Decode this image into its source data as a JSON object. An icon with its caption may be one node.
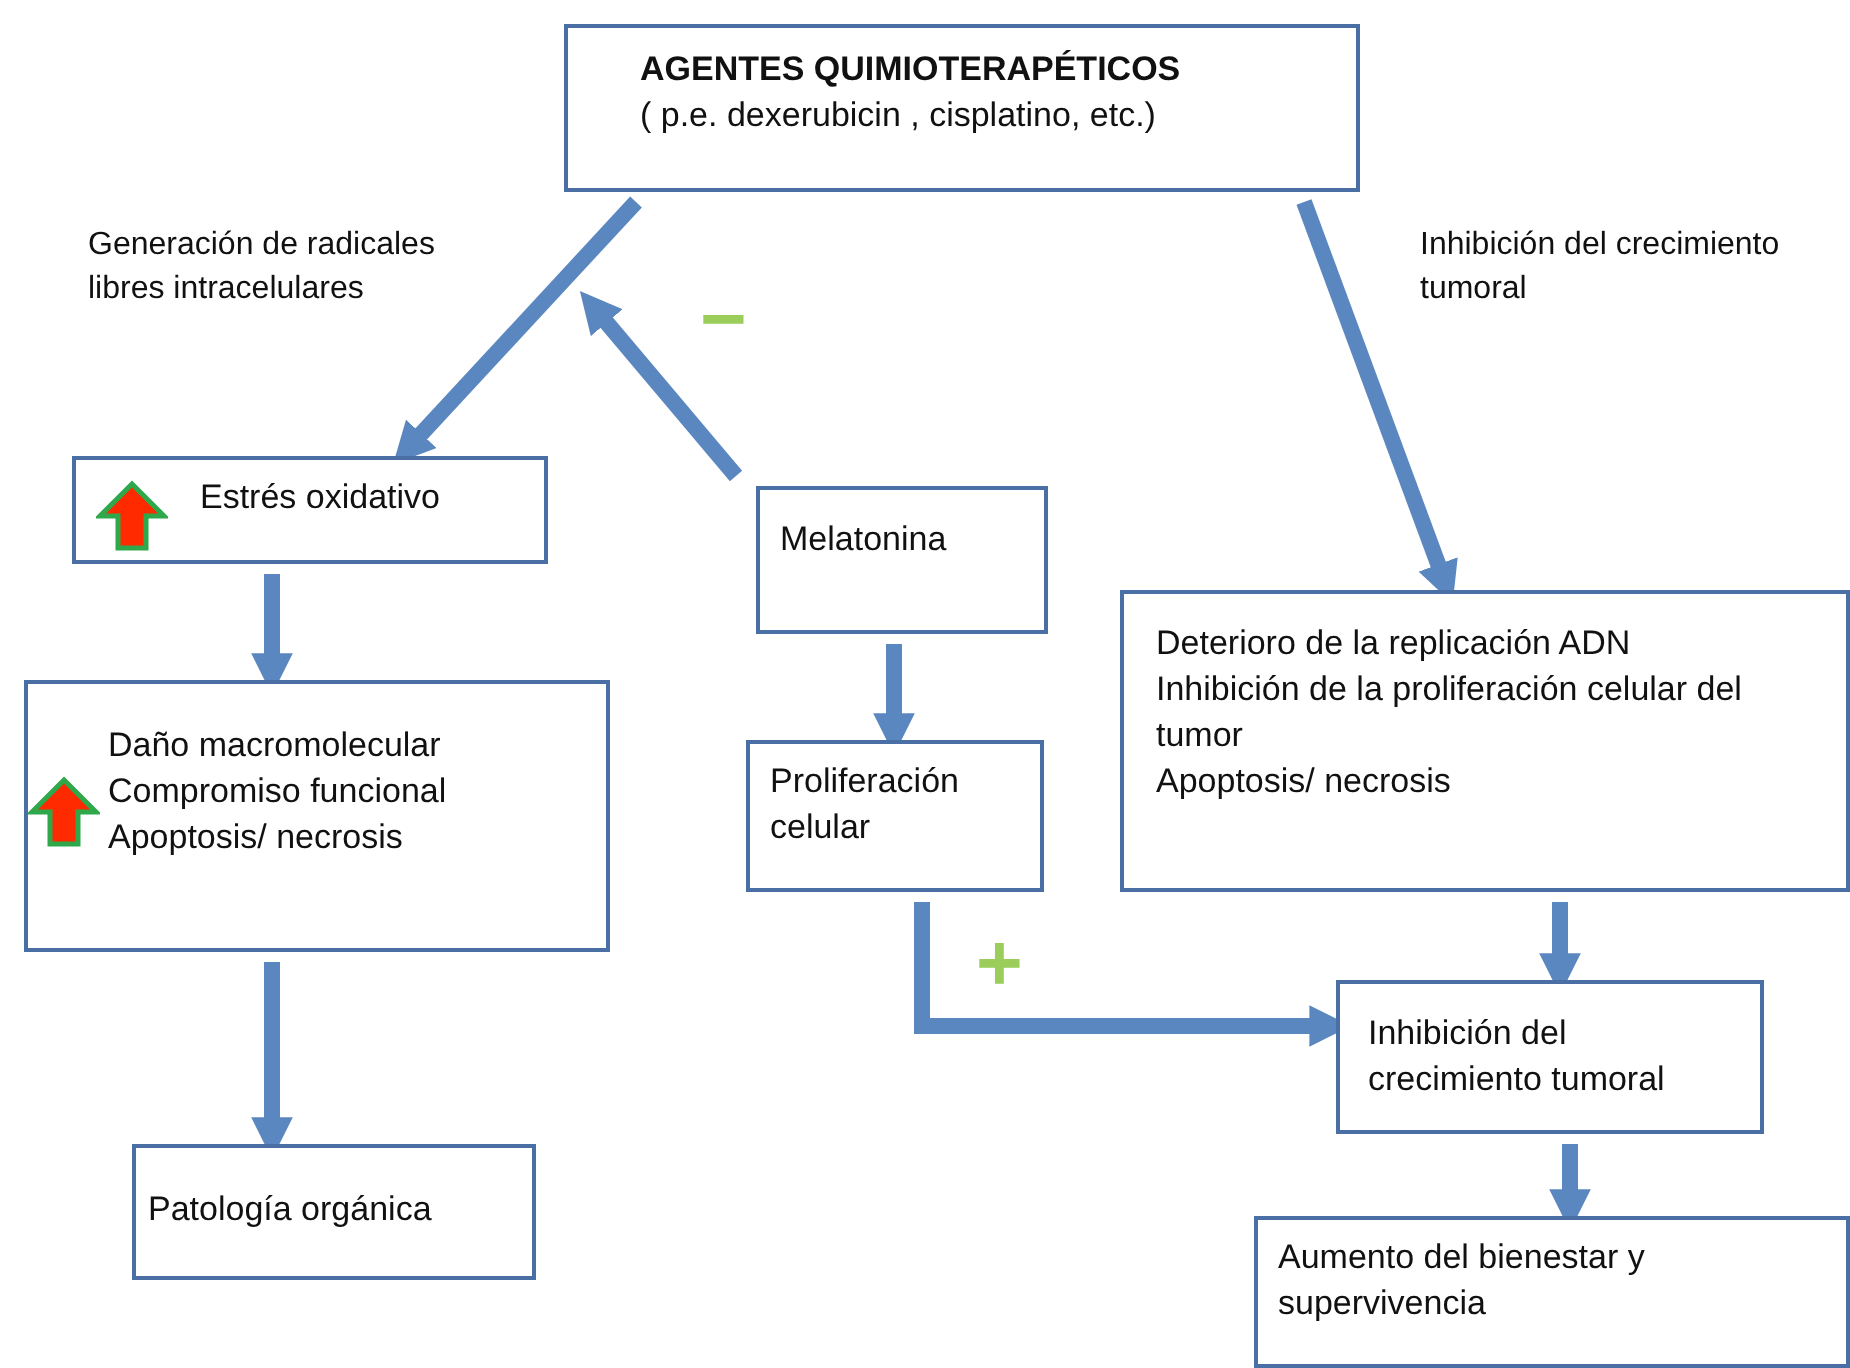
{
  "diagram": {
    "nodes": [
      {
        "text": [
          "AGENTES QUIMIOTERAPÉTICOS",
          "( p.e. dexerubicin , cisplatino, etc.)"
        ]
      },
      {
        "text": [
          "Estrés oxidativo"
        ]
      },
      {
        "text": [
          "Daño macromolecular",
          "Compromiso funcional",
          "Apoptosis/ necrosis"
        ]
      },
      {
        "text": [
          "Patología orgánica"
        ]
      },
      {
        "text": [
          "Melatonina"
        ]
      },
      {
        "text": [
          "Proliferación celular"
        ]
      },
      {
        "text": [
          "Deterioro de la replicación ADN",
          "Inhibición de la proliferación celular del tumor",
          "Apoptosis/ necrosis"
        ]
      },
      {
        "text": [
          "Inhibición del crecimiento tumoral"
        ]
      },
      {
        "text": [
          "Aumento del bienestar y supervivencia"
        ]
      }
    ],
    "edges": [
      {
        "from": 0,
        "to": 1,
        "arrow": "to",
        "label": "Generación de radicales libres intracelulares"
      },
      {
        "from": 0,
        "to": 6,
        "arrow": "to",
        "label": "Inhibición del crecimiento tumoral"
      },
      {
        "from": 4,
        "to": null,
        "arrow": "to",
        "label": "−"
      },
      {
        "from": 1,
        "to": 2,
        "arrow": "to"
      },
      {
        "from": 2,
        "to": 3,
        "arrow": "to"
      },
      {
        "from": 4,
        "to": 5,
        "arrow": "to"
      },
      {
        "from": 6,
        "to": 7,
        "arrow": "to"
      },
      {
        "from": 7,
        "to": 8,
        "arrow": "to"
      },
      {
        "from": 5,
        "to": 7,
        "arrow": "to",
        "label": "+"
      }
    ]
  }
}
